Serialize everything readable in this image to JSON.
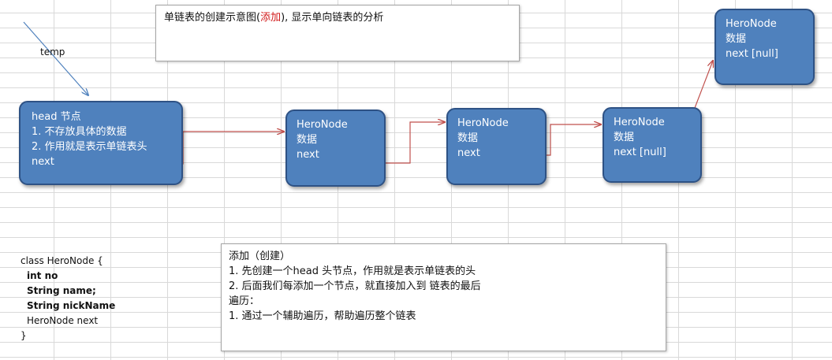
{
  "title_note": {
    "before": "单链表的创建示意图(",
    "highlight": "添加",
    "after": "), 显示单向链表的分析"
  },
  "temp_label": "temp",
  "head_node": {
    "title": "head 节点",
    "line1": "1. 不存放具体的数据",
    "line2": "2. 作用就是表示单链表头",
    "next": "next"
  },
  "hero_nodes": [
    {
      "name": "HeroNode",
      "data": "数据",
      "next": "next"
    },
    {
      "name": "HeroNode",
      "data": "数据",
      "next": "next"
    },
    {
      "name": "HeroNode",
      "data": "数据",
      "next": "next [null]"
    },
    {
      "name": "HeroNode",
      "data": "数据",
      "next": "next [null]"
    }
  ],
  "class_code": {
    "decl": "class HeroNode {",
    "f1": "int no",
    "f2": "String name;",
    "f3": "String nickName",
    "f4": "HeroNode next",
    "close": "}"
  },
  "explain_note": {
    "l1": "添加（创建）",
    "l2": "1. 先创建一个head 头节点，作用就是表示单链表的头",
    "l3": "2. 后面我们每添加一个节点，就直接加入到 链表的最后",
    "l4": "遍历：",
    "l5": "1.  通过一个辅助遍历，帮助遍历整个链表"
  },
  "colors": {
    "node_fill": "#4f81bd",
    "node_border": "#2e5285",
    "link_arrow": "#c0504d",
    "temp_arrow": "#4f81bd",
    "highlight_text": "#d11a1a"
  }
}
